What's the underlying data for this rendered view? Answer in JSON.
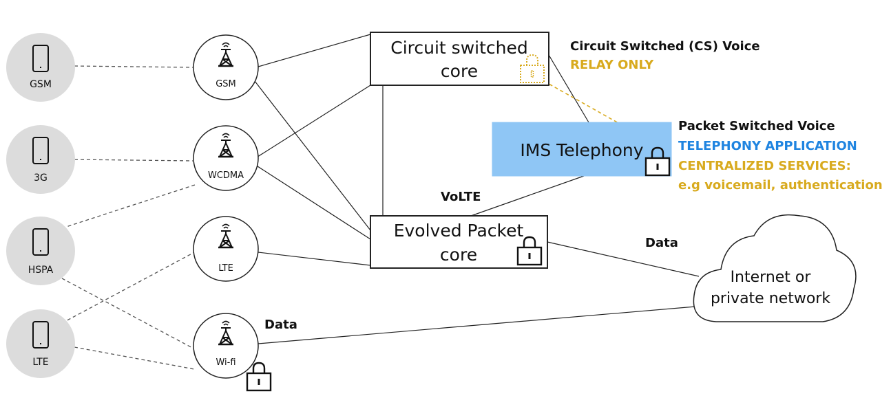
{
  "devices": [
    {
      "label": "GSM"
    },
    {
      "label": "3G"
    },
    {
      "label": "HSPA"
    },
    {
      "label": "LTE"
    }
  ],
  "towers": [
    {
      "label": "GSM"
    },
    {
      "label": "WCDMA"
    },
    {
      "label": "LTE"
    },
    {
      "label": "Wi-fi"
    }
  ],
  "cs_core": {
    "line1": "Circuit switched",
    "line2": "core"
  },
  "ims": {
    "label": "IMS Telephony"
  },
  "epc": {
    "line1": "Evolved Packet",
    "line2": "core"
  },
  "internet": {
    "line1": "Internet or",
    "line2": "private network"
  },
  "annotations": {
    "cs_voice": "Circuit Switched (CS) Voice",
    "relay_only": "RELAY ONLY",
    "ps_voice": "Packet Switched Voice",
    "telephony_app": "TELEPHONY APPLICATION",
    "centralized": "CENTRALIZED SERVICES:",
    "examples": "e.g voicemail, authentication"
  },
  "edge_labels": {
    "volte": "VoLTE",
    "data_epc": "Data",
    "data_wifi": "Data"
  },
  "colors": {
    "gold": "#D8AA1E",
    "blue": "#1F84E0",
    "ims_fill": "#8FC6F5",
    "device_fill": "#DCDCDC"
  }
}
